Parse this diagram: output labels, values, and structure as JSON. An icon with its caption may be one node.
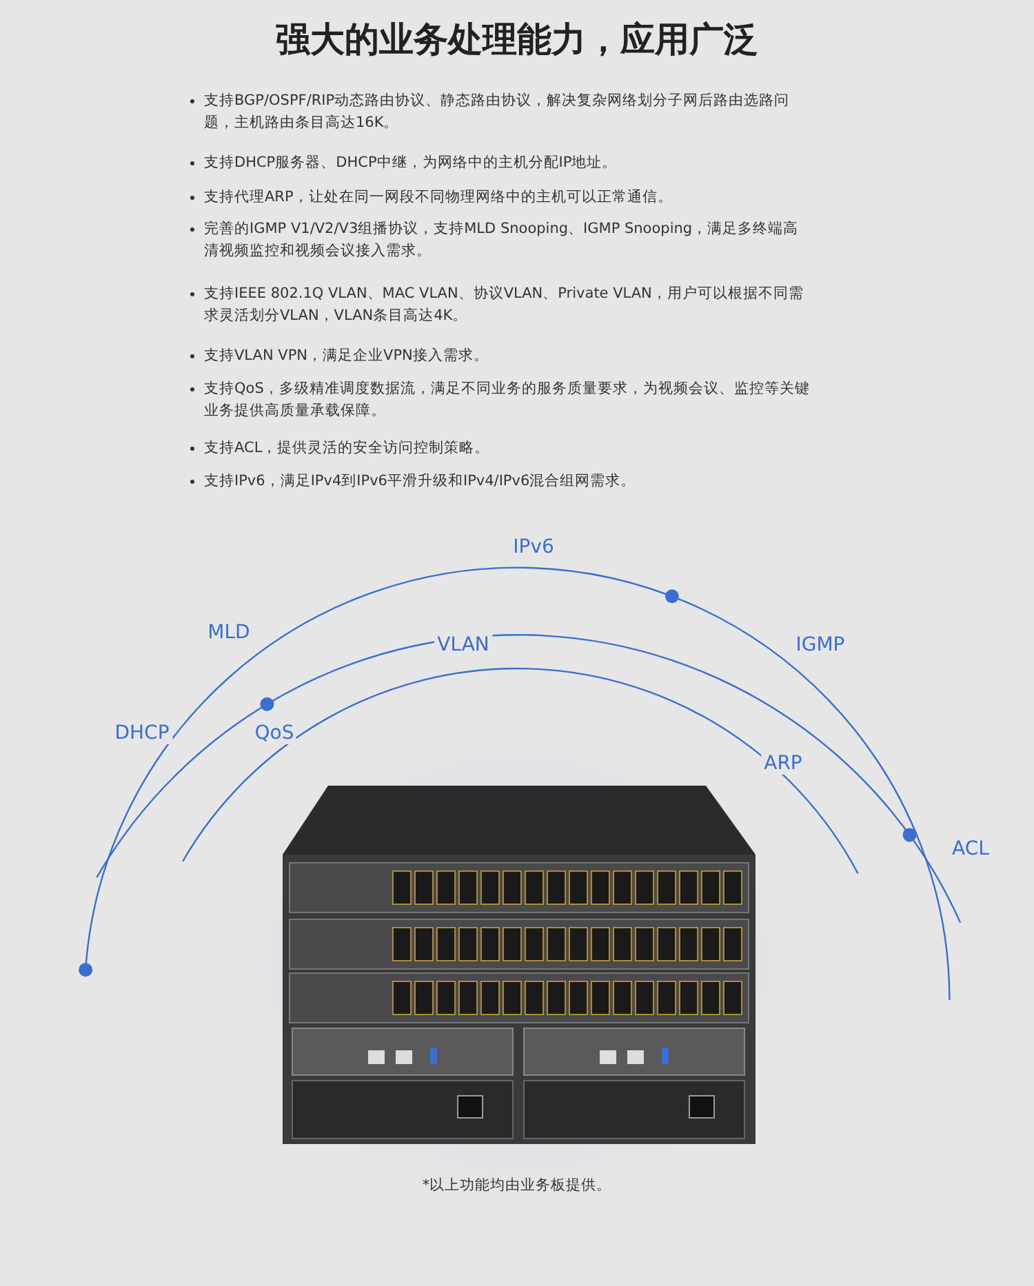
{
  "diagram": {
    "title": "强大的业务处理能力，应用广泛",
    "caption": "*以上功能均由业务板提供。",
    "labels": [
      "支持BGP/OSPF/RIP动态路由协议、静态路由协议，解决复杂网络划分子网后路由选路问题，主机路由条目高达16K。",
      "支持DHCP服务器、DHCP中继，为网络中的主机分配IP地址。",
      "支持代理ARP，让处在同一网段不同物理网络中的主机可以正常通信。",
      "完善的IGMP V1/V2/V3组播协议，支持MLD Snooping、IGMP Snooping，满足多终端高清视频监控和视频会议接入需求。",
      "支持IEEE 802.1Q VLAN、MAC VLAN、协议VLAN、Private VLAN，用户可以根据不同需求灵活划分VLAN，VLAN条目高达4K。",
      "支持VLAN VPN，满足企业VPN接入需求。",
      "支持QoS，多级精准调度数据流，满足不同业务的服务质量要求，为视频会议、监控等关键业务提供高质量承载保障。",
      "支持ACL，提供灵活的安全访问控制策略。",
      "支持IPv6，满足IPv4到IPv6平滑升级和IPv4/IPv6混合组网需求。",
      "IPv6",
      "MLD",
      "IGMP",
      "VLAN",
      "DHCP",
      "QoS",
      "ARP",
      "ACL"
    ]
  }
}
